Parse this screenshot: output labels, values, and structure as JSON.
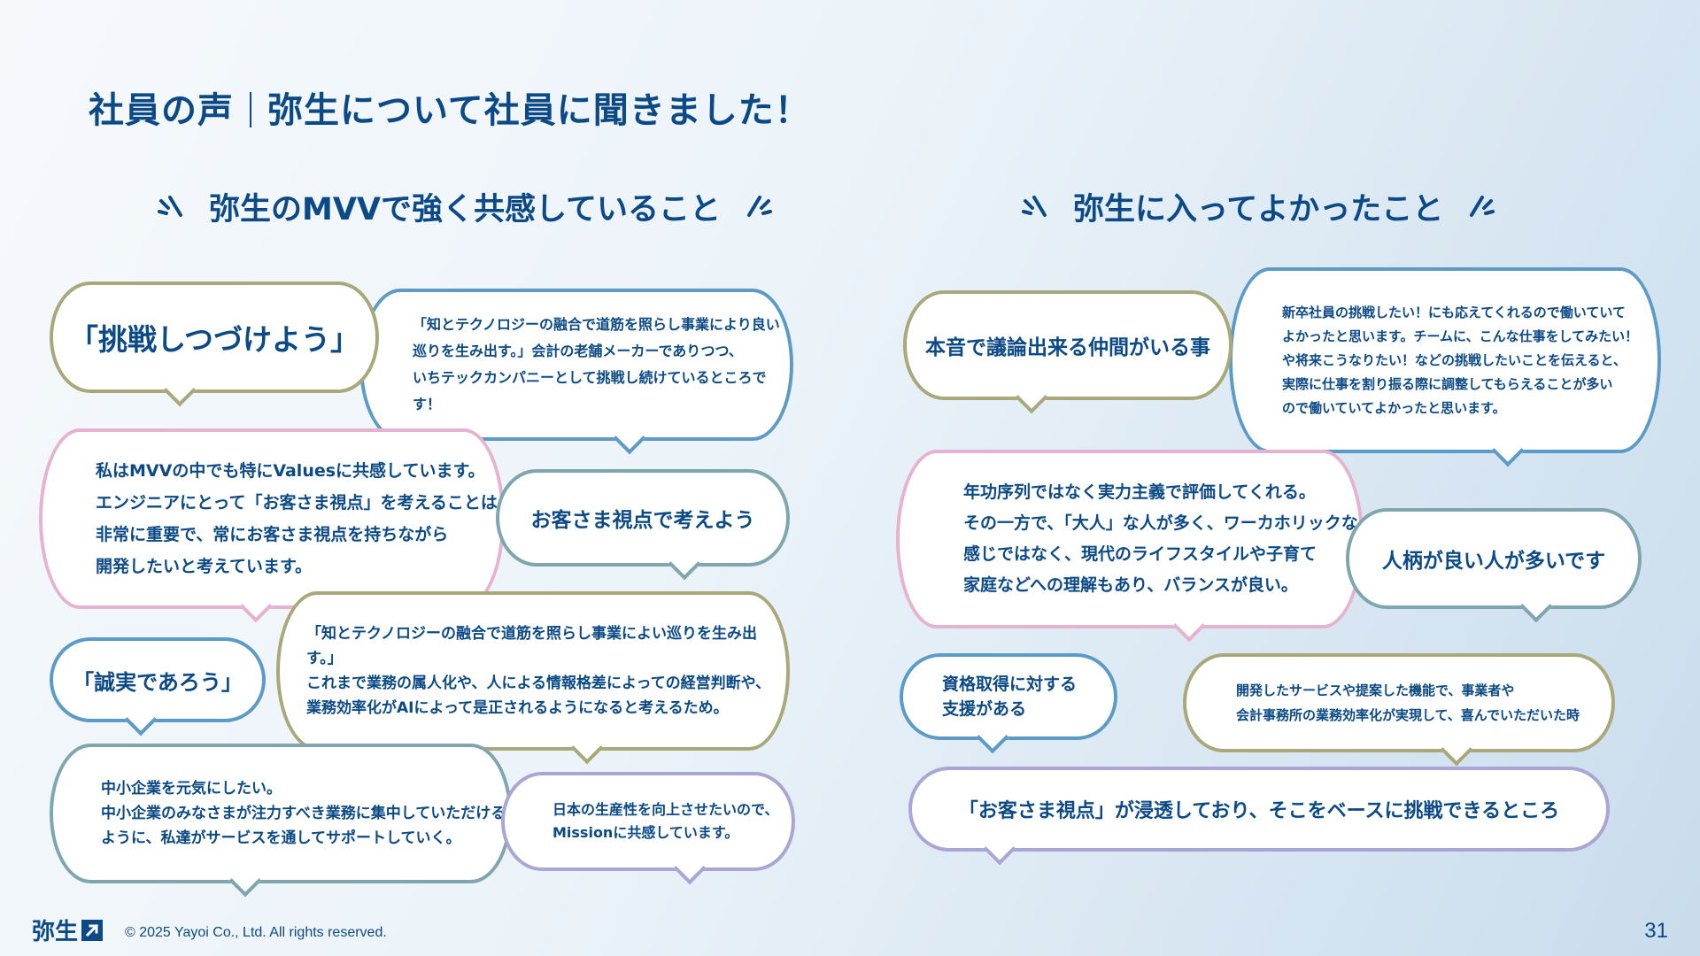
{
  "header": {
    "title_left": "社員の声",
    "title_right": "弥生について社員に聞きました！"
  },
  "sections": {
    "left_heading": "弥生のMVVで強く共感していること",
    "right_heading": "弥生に入ってよかったこと"
  },
  "left_bubbles": [
    "「挑戦しつづけよう」",
    "「知とテクノロジーの融合で道筋を照らし事業により良い\n巡りを生み出す。」会計の老舗メーカーでありつつ、\nいちテックカンパニーとして挑戦し続けているところです！",
    "私はMVVの中でも特にValuesに共感しています。\nエンジニアにとって「お客さま視点」を考えることは\n非常に重要で、常にお客さま視点を持ちながら\n開発したいと考えています。",
    "お客さま視点で考えよう",
    "「誠実であろう」",
    "「知とテクノロジーの融合で道筋を照らし事業によい巡りを生み出す。」\nこれまで業務の属人化や、人による情報格差によっての経営判断や、\n業務効率化がAIによって是正されるようになると考えるため。",
    "中小企業を元気にしたい。\n中小企業のみなさまが注力すべき業務に集中していただける\nように、私達がサービスを通してサポートしていく。",
    "日本の生産性を向上させたいので、\nMissionに共感しています。"
  ],
  "right_bubbles": [
    "本音で議論出来る仲間がいる事",
    "新卒社員の挑戦したい！にも応えてくれるので働いていて\nよかったと思います。チームに、こんな仕事をしてみたい！\nや将来こうなりたい！などの挑戦したいことを伝えると、\n実際に仕事を割り振る際に調整してもらえることが多い\nので働いていてよかったと思います。",
    "年功序列ではなく実力主義で評価してくれる。\nその一方で、「大人」な人が多く、ワーカホリックな\n感じではなく、現代のライフスタイルや子育て\n家庭などへの理解もあり、バランスが良い。",
    "人柄が良い人が多いです",
    "資格取得に対する\n支援がある",
    "開発したサービスや提案した機能で、事業者や\n会計事務所の業務効率化が実現して、喜んでいただいた時",
    "「お客さま視点」が浸透しており、そこをベースに挑戦できるところ"
  ],
  "footer": {
    "logo_text": "弥生",
    "logo_icon": "arrow-up-right-box-icon",
    "copyright": "© 2025 Yayoi Co., Ltd. All rights reserved.",
    "page_number": "31"
  },
  "colors": {
    "primary": "#0b4a86",
    "olive": "#a8a87a",
    "blue": "#5c9bc6",
    "pink": "#e6b2cf",
    "teal": "#7fa6ae",
    "lavender": "#a9a6d6"
  }
}
